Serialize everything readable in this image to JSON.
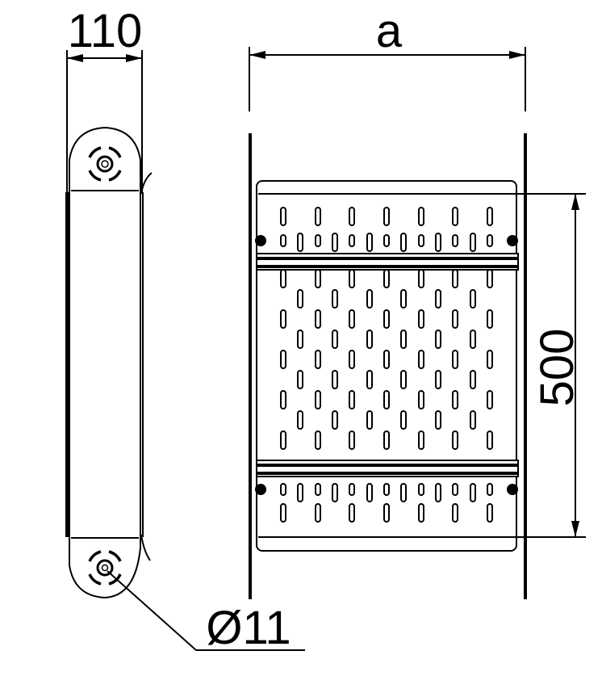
{
  "dimensions": {
    "side_width": "110",
    "front_width": "a",
    "tray_length": "500",
    "hole_diameter": "Ø11"
  },
  "colors": {
    "line": "#000000",
    "background": "#ffffff",
    "rail": "#222222"
  },
  "icons": {
    "side_connector": "ring-slot-icon",
    "dimension_arrow": "arrowhead-icon"
  }
}
